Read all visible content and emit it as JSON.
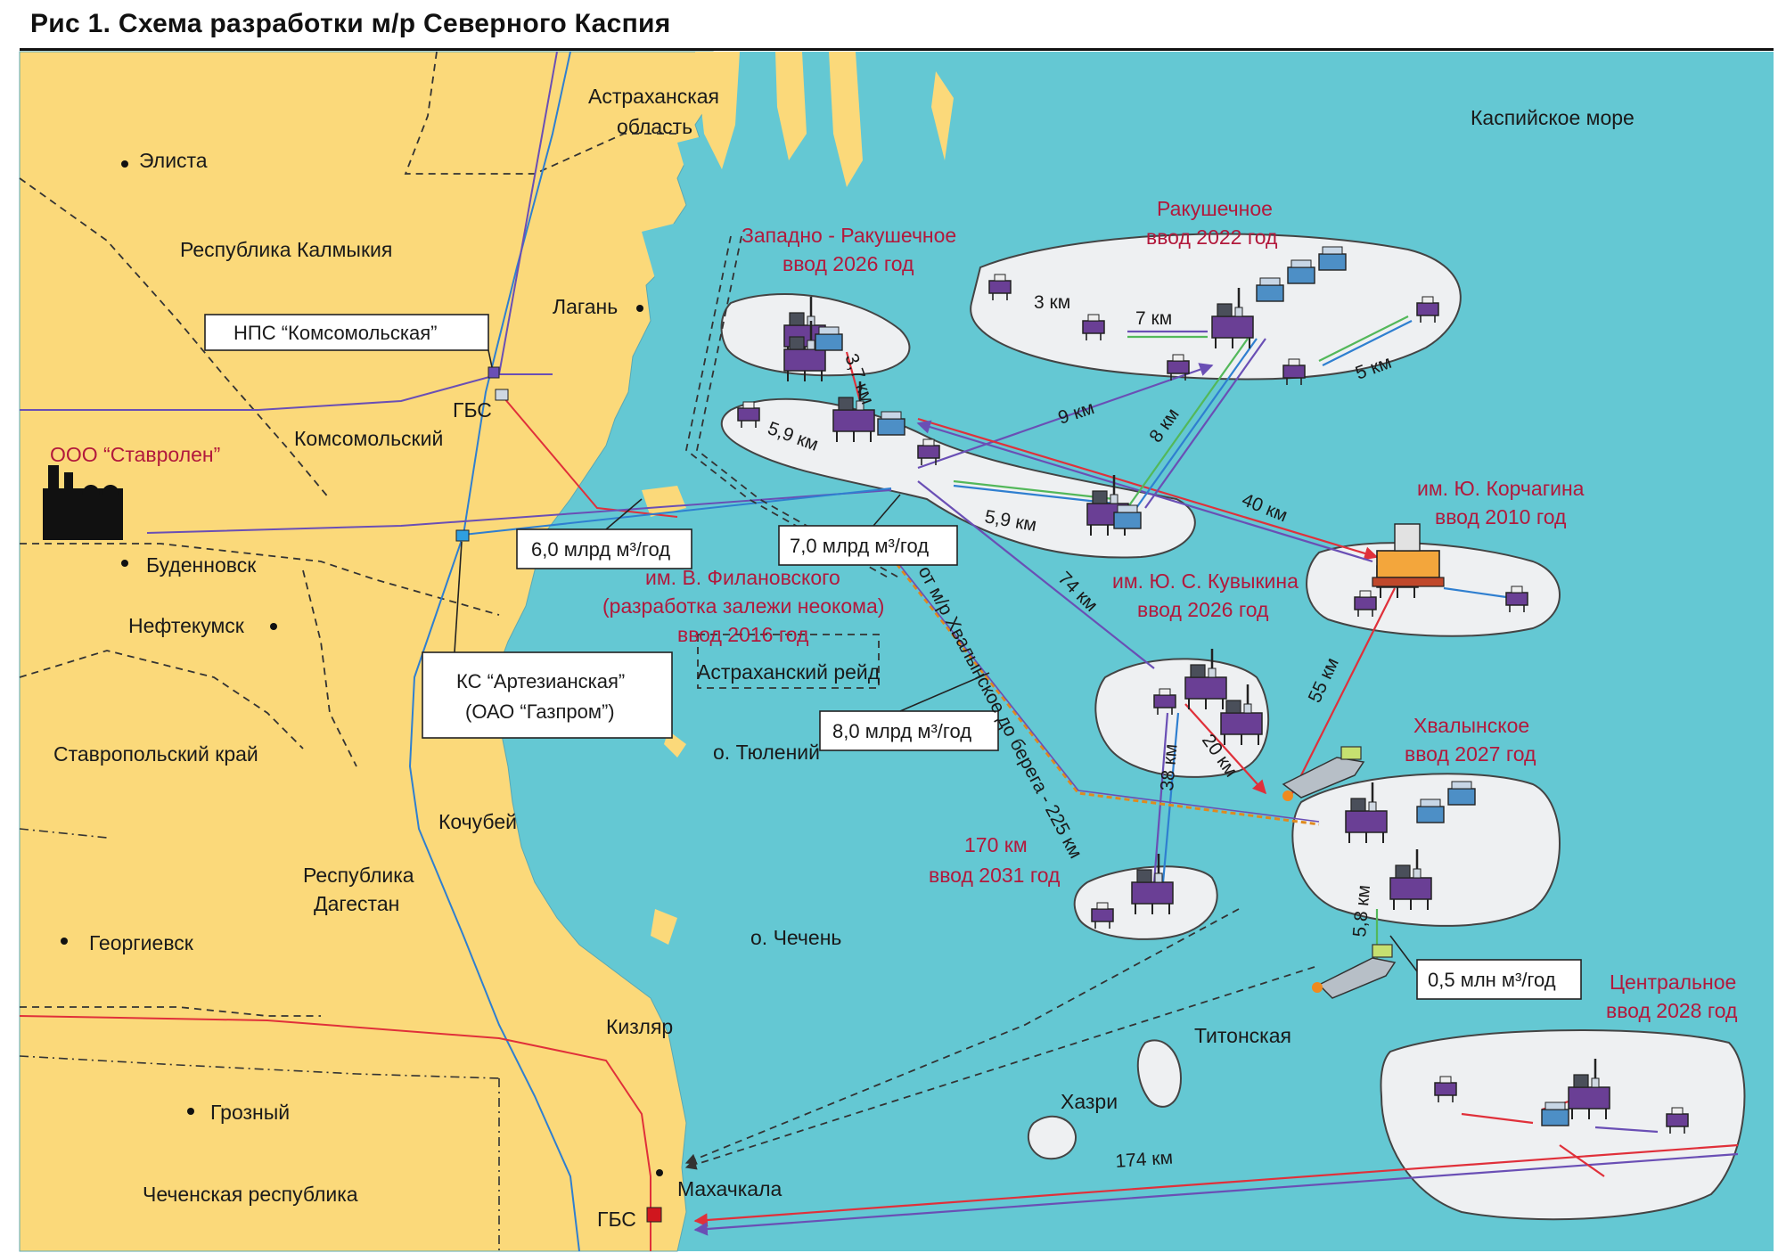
{
  "title": "Рис 1. Схема разработки м/р Северного Каспия",
  "colors": {
    "land": "#fbd97a",
    "sea": "#64c8d3",
    "island": "#eef0f2",
    "field_label": "#b2193c",
    "pipe_gas": "#6a4fb5",
    "pipe_red": "#e0303a",
    "pipe_blue": "#2f7fd0",
    "pipe_green": "#53b85a"
  },
  "regions": {
    "astrakhan": [
      "Астраханская",
      "область"
    ],
    "kalmykia": "Республика Калмыкия",
    "komsomolsky": "Комсомольский",
    "stavropol": "Ставропольский край",
    "dagestan": [
      "Республика",
      "Дагестан"
    ],
    "chechnya": "Чеченская республика",
    "caspian": "Каспийское море"
  },
  "cities": {
    "elista": "Элиста",
    "lagan": "Лагань",
    "budennovsk": "Буденновск",
    "neftekumsk": "Нефтекумск",
    "georgievsk": "Георгиевск",
    "grozny": "Грозный",
    "kizlyar": "Кизляр",
    "makhachkala": "Махачкала",
    "kochubey": "Кочубей"
  },
  "places": {
    "tyuleniy": "о. Тюлений",
    "chechen": "о. Чечень",
    "astr_reid": "Астраханский рейд",
    "titonskaya": "Титонская",
    "khazri": "Хазри"
  },
  "facilities": {
    "nps": "НПС “Комсомольская”",
    "gbs_north": "ГБС",
    "gbs_south": "ГБС",
    "stavrolen": "ООО “Ставролен”",
    "ks": [
      "КС “Артезианская”",
      "(ОАО “Газпром”)"
    ]
  },
  "fields": {
    "zapadno_rakush": [
      "Западно - Ракушечное",
      "ввод 2026 год"
    ],
    "rakushechnoe": [
      "Ракушечное",
      "ввод 2022 год"
    ],
    "korchagin": [
      "им. Ю. Корчагина",
      "ввод 2010 год"
    ],
    "filanovsky": [
      "им. В. Филановского",
      "(разработка залежи неокома)",
      "ввод 2016 год"
    ],
    "kuvykin": [
      "им. Ю. С. Кувыкина",
      "ввод 2026 год"
    ],
    "khvalynskoe": [
      "Хвалынское",
      "ввод 2027 год"
    ],
    "field170": [
      "170 км",
      "ввод 2031 год"
    ],
    "tsentralnoe": [
      "Центральное",
      "ввод 2028 год"
    ]
  },
  "flows": {
    "f6": "6,0 млрд м³/год",
    "f7": "7,0 млрд м³/год",
    "f8": "8,0 млрд м³/год",
    "f05": "0,5 млн м³/год"
  },
  "distances": {
    "d37": "3,7 км",
    "d3": "3 км",
    "d7": "7 км",
    "d5": "5 км",
    "d9": "9 км",
    "d8": "8 км",
    "d59a": "5,9 км",
    "d59b": "5,9 км",
    "d40": "40 км",
    "d74": "74 км",
    "d55": "55 км",
    "d38": "38 км",
    "d20": "20 км",
    "d58": "5,8 км",
    "d174": "174 км",
    "pipeline": "от м/р Хвалынское до берега - 225 км"
  }
}
